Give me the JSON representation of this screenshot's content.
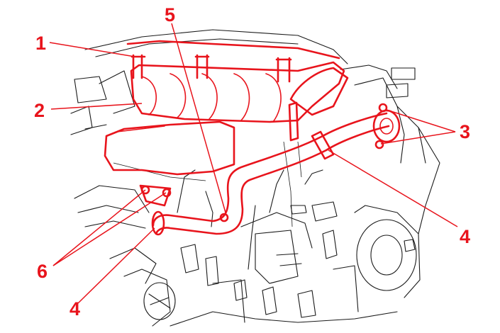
{
  "accent_color": "#e8141c",
  "line_color": "#1a1a1a",
  "callouts": {
    "c1": "1",
    "c2": "2",
    "c3": "3",
    "c4a": "4",
    "c4b": "4",
    "c5": "5",
    "c6": "6"
  },
  "highlighted_parts": [
    "intake-manifold",
    "coolant-hose",
    "hose-clamps",
    "fixing-bolts",
    "mounting-brackets"
  ]
}
